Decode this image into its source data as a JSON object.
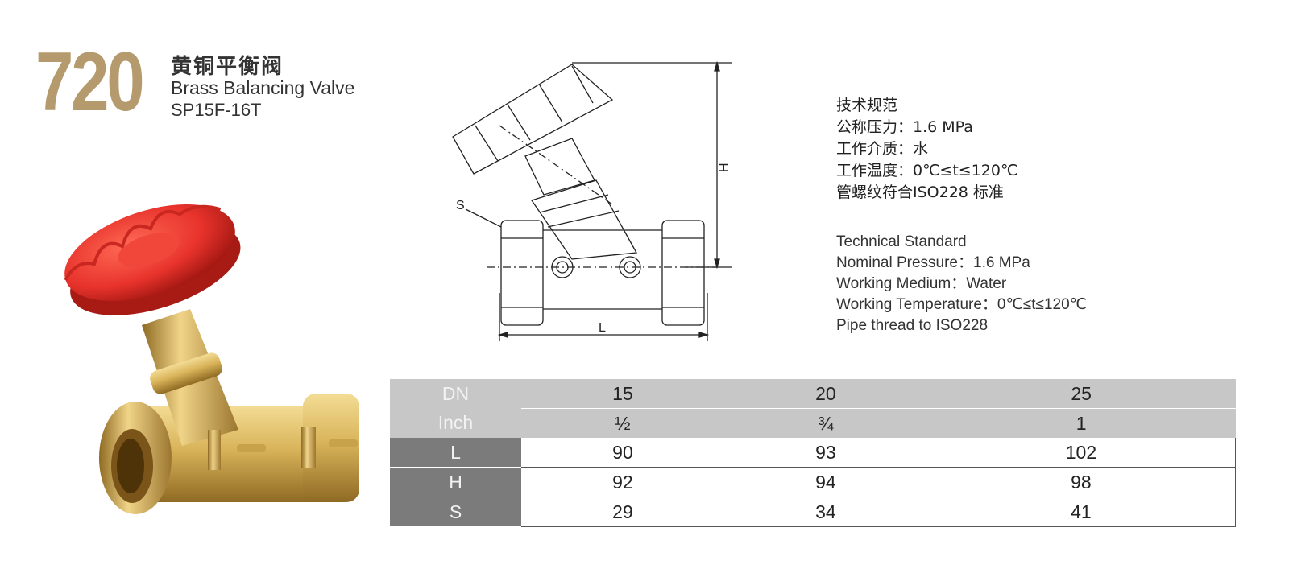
{
  "header": {
    "model_number": "720",
    "title_cn": "黄铜平衡阀",
    "title_en": "Brass Balancing Valve",
    "model_code": "SP15F-16T"
  },
  "drawing_labels": {
    "s": "S",
    "h": "H",
    "l": "L"
  },
  "spec_cn": [
    "技术规范",
    "公称压力：1.6 MPa",
    "工作介质：水",
    "工作温度：0℃≤t≤120℃",
    "管螺纹符合ISO228 标准"
  ],
  "spec_en": [
    "Technical Standard",
    "Nominal Pressure：1.6 MPa",
    "Working Medium：Water",
    "Working Temperature：0℃≤t≤120℃",
    "Pipe thread to ISO228"
  ],
  "table": {
    "rows": [
      {
        "label": "DN",
        "values": [
          "15",
          "20",
          "25"
        ],
        "style": "grey"
      },
      {
        "label": "Inch",
        "values": [
          "½",
          "¾",
          "1"
        ],
        "style": "grey"
      },
      {
        "label": "L",
        "values": [
          "90",
          "93",
          "102"
        ],
        "style": "white"
      },
      {
        "label": "H",
        "values": [
          "92",
          "94",
          "98"
        ],
        "style": "white"
      },
      {
        "label": "S",
        "values": [
          "29",
          "34",
          "41"
        ],
        "style": "white"
      }
    ]
  },
  "colors": {
    "model_number": "#b49a6c",
    "handwheel": "#e8332c",
    "brass": "#d9b45a",
    "table_grey": "#c7c7c7",
    "table_label_dark": "#7b7b7b"
  }
}
